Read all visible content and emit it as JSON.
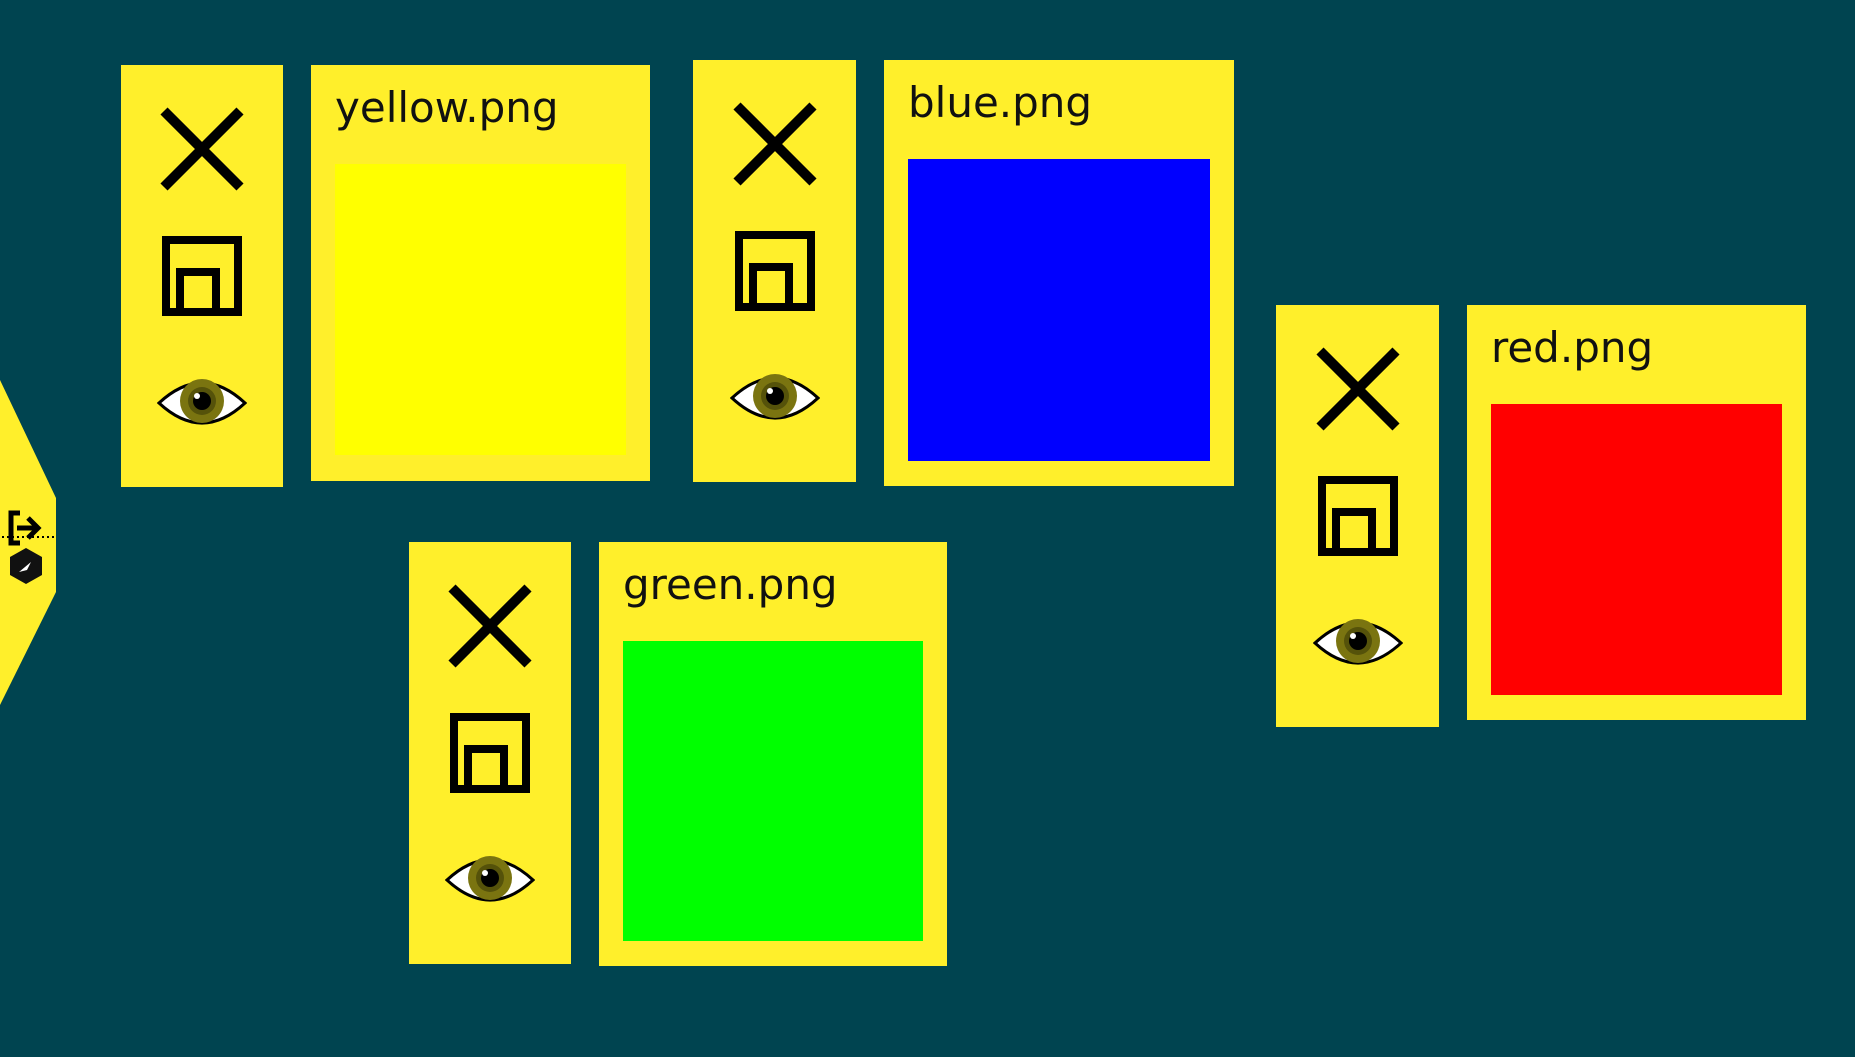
{
  "colors": {
    "desktop": "#004450",
    "panel": "#ffef2b",
    "ink": "#000000"
  },
  "dock": {
    "tools": [
      {
        "icon": "logout-icon"
      },
      {
        "icon": "app-hexagon-icon"
      }
    ]
  },
  "windows": [
    {
      "filename": "yellow.png",
      "color": "#ffff00",
      "tools": [
        "close-icon",
        "restore-window-icon",
        "eye-icon"
      ]
    },
    {
      "filename": "blue.png",
      "color": "#0000ff",
      "tools": [
        "close-icon",
        "restore-window-icon",
        "eye-icon"
      ]
    },
    {
      "filename": "red.png",
      "color": "#ff0000",
      "tools": [
        "close-icon",
        "restore-window-icon",
        "eye-icon"
      ]
    },
    {
      "filename": "green.png",
      "color": "#00ff00",
      "tools": [
        "close-icon",
        "restore-window-icon",
        "eye-icon"
      ]
    }
  ]
}
